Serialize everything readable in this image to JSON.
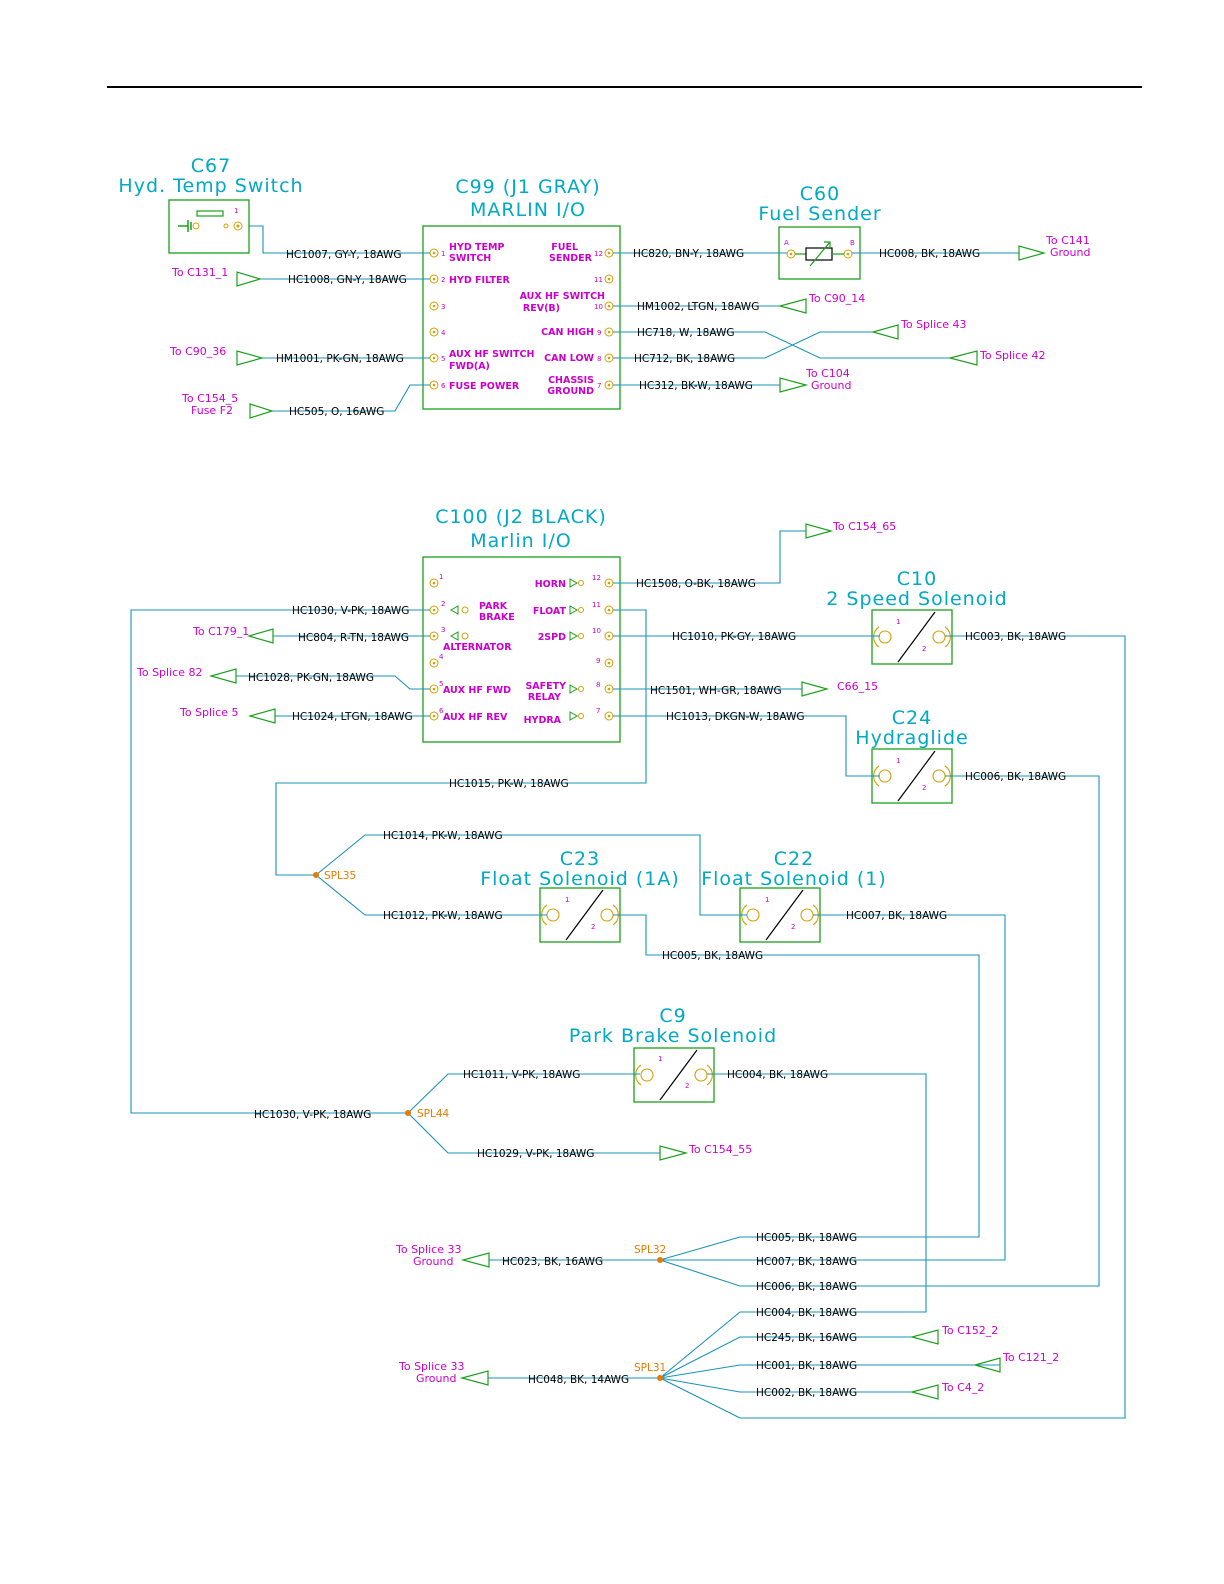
{
  "header": {
    "rule": true
  },
  "c67": {
    "id": "C67",
    "name": "Hyd. Temp Switch",
    "pin": "1"
  },
  "c99": {
    "id": "C99 (J1 GRAY)",
    "name": "MARLIN I/O",
    "left_pins": [
      {
        "num": "1",
        "label1": "HYD TEMP",
        "label2": "SWITCH"
      },
      {
        "num": "2",
        "label1": "HYD FILTER",
        "label2": ""
      },
      {
        "num": "3",
        "label1": "",
        "label2": ""
      },
      {
        "num": "4",
        "label1": "",
        "label2": ""
      },
      {
        "num": "5",
        "label1": "AUX HF SWITCH",
        "label2": "FWD(A)"
      },
      {
        "num": "6",
        "label1": "FUSE POWER",
        "label2": ""
      }
    ],
    "right_pins": [
      {
        "num": "12",
        "label1": "FUEL",
        "label2": "SENDER"
      },
      {
        "num": "11",
        "label1": "",
        "label2": ""
      },
      {
        "num": "10",
        "label1": "AUX HF SWITCH",
        "label2": "REV(B)"
      },
      {
        "num": "9",
        "label1": "CAN HIGH",
        "label2": ""
      },
      {
        "num": "8",
        "label1": "CAN LOW",
        "label2": ""
      },
      {
        "num": "7",
        "label1": "CHASSIS",
        "label2": "GROUND"
      }
    ]
  },
  "c60": {
    "id": "C60",
    "name": "Fuel Sender",
    "pin_a": "A",
    "pin_b": "B"
  },
  "c100": {
    "id": "C100 (J2 BLACK)",
    "name": "Marlin I/O",
    "left_pins": [
      {
        "num": "1",
        "label1": ""
      },
      {
        "num": "2",
        "label1": "PARK",
        "label2": "BRAKE"
      },
      {
        "num": "3",
        "label1": "ALTERNATOR"
      },
      {
        "num": "4",
        "label1": ""
      },
      {
        "num": "5",
        "label1": "AUX HF FWD"
      },
      {
        "num": "6",
        "label1": "AUX HF REV"
      }
    ],
    "right_pins": [
      {
        "num": "12",
        "label1": "HORN"
      },
      {
        "num": "11",
        "label1": "FLOAT"
      },
      {
        "num": "10",
        "label1": "2SPD"
      },
      {
        "num": "9",
        "label1": ""
      },
      {
        "num": "8",
        "label1": "SAFETY",
        "label2": "RELAY"
      },
      {
        "num": "7",
        "label1": "HYDRA"
      }
    ]
  },
  "solenoids": {
    "c10": {
      "id": "C10",
      "name": "2 Speed Solenoid"
    },
    "c24": {
      "id": "C24",
      "name": "Hydraglide"
    },
    "c23": {
      "id": "C23",
      "name": "Float Solenoid (1A)"
    },
    "c22": {
      "id": "C22",
      "name": "Float Solenoid (1)"
    },
    "c9": {
      "id": "C9",
      "name": "Park Brake Solenoid"
    },
    "pin1": "1",
    "pin2": "2"
  },
  "wires": {
    "hc1007": "HC1007, GY-Y, 18AWG",
    "hc1008": "HC1008, GN-Y, 18AWG",
    "hm1001": "HM1001, PK-GN, 18AWG",
    "hc505": "HC505, O, 16AWG",
    "hc820": "HC820, BN-Y, 18AWG",
    "hc008": "HC008, BK, 18AWG",
    "hm1002": "HM1002, LTGN, 18AWG",
    "hc718": "HC718, W, 18AWG",
    "hc712": "HC712, BK, 18AWG",
    "hc312": "HC312, BK-W, 18AWG",
    "hc1508": "HC1508, O-BK, 18AWG",
    "hc1030": "HC1030, V-PK, 18AWG",
    "hc804": "HC804, R-TN, 18AWG",
    "hc1010": "HC1010, PK-GY, 18AWG",
    "hc003": "HC003, BK, 18AWG",
    "hc1028": "HC1028, PK-GN, 18AWG",
    "hc1501": "HC1501, WH-GR, 18AWG",
    "hc1024": "HC1024, LTGN, 18AWG",
    "hc1013": "HC1013, DKGN-W, 18AWG",
    "hc006": "HC006, BK, 18AWG",
    "hc1015": "HC1015, PK-W, 18AWG",
    "hc1014": "HC1014, PK-W, 18AWG",
    "hc1012": "HC1012, PK-W, 18AWG",
    "hc007": "HC007, BK, 18AWG",
    "hc005": "HC005, BK, 18AWG",
    "hc1011": "HC1011, V-PK, 18AWG",
    "hc004": "HC004, BK, 18AWG",
    "hc1030b": "HC1030, V-PK, 18AWG",
    "hc1029": "HC1029, V-PK, 18AWG",
    "hc005b": "HC005, BK, 18AWG",
    "hc023": "HC023, BK, 16AWG",
    "hc007b": "HC007, BK, 18AWG",
    "hc006b": "HC006, BK, 18AWG",
    "hc004b": "HC004, BK, 18AWG",
    "hc245": "HC245, BK, 16AWG",
    "hc048": "HC048, BK, 14AWG",
    "hc001": "HC001, BK, 18AWG",
    "hc002": "HC002, BK, 18AWG"
  },
  "destinations": {
    "c131_1": "To C131_1",
    "c90_36": "To C90_36",
    "c154_5a": "To C154_5",
    "c154_5b": "Fuse F2",
    "c141a": "To C141",
    "c141b": "Ground",
    "c90_14": "To C90_14",
    "splice43": "To Splice 43",
    "splice42": "To Splice 42",
    "c104a": "To C104",
    "c104b": "Ground",
    "c154_65": "To C154_65",
    "c179_1": "To C179_1",
    "splice82": "To Splice 82",
    "splice5": "To Splice 5",
    "c66_15": "C66_15",
    "c154_55": "To C154_55",
    "splice33a": "To Splice 33",
    "splice33a2": "Ground",
    "splice33b": "To Splice 33",
    "splice33b2": "Ground",
    "c152_2": "To C152_2",
    "c121_2": "To C121_2",
    "c4_2": "To C4_2"
  },
  "splices": {
    "spl35": "SPL35",
    "spl44": "SPL44",
    "spl32": "SPL32",
    "spl31": "SPL31"
  }
}
